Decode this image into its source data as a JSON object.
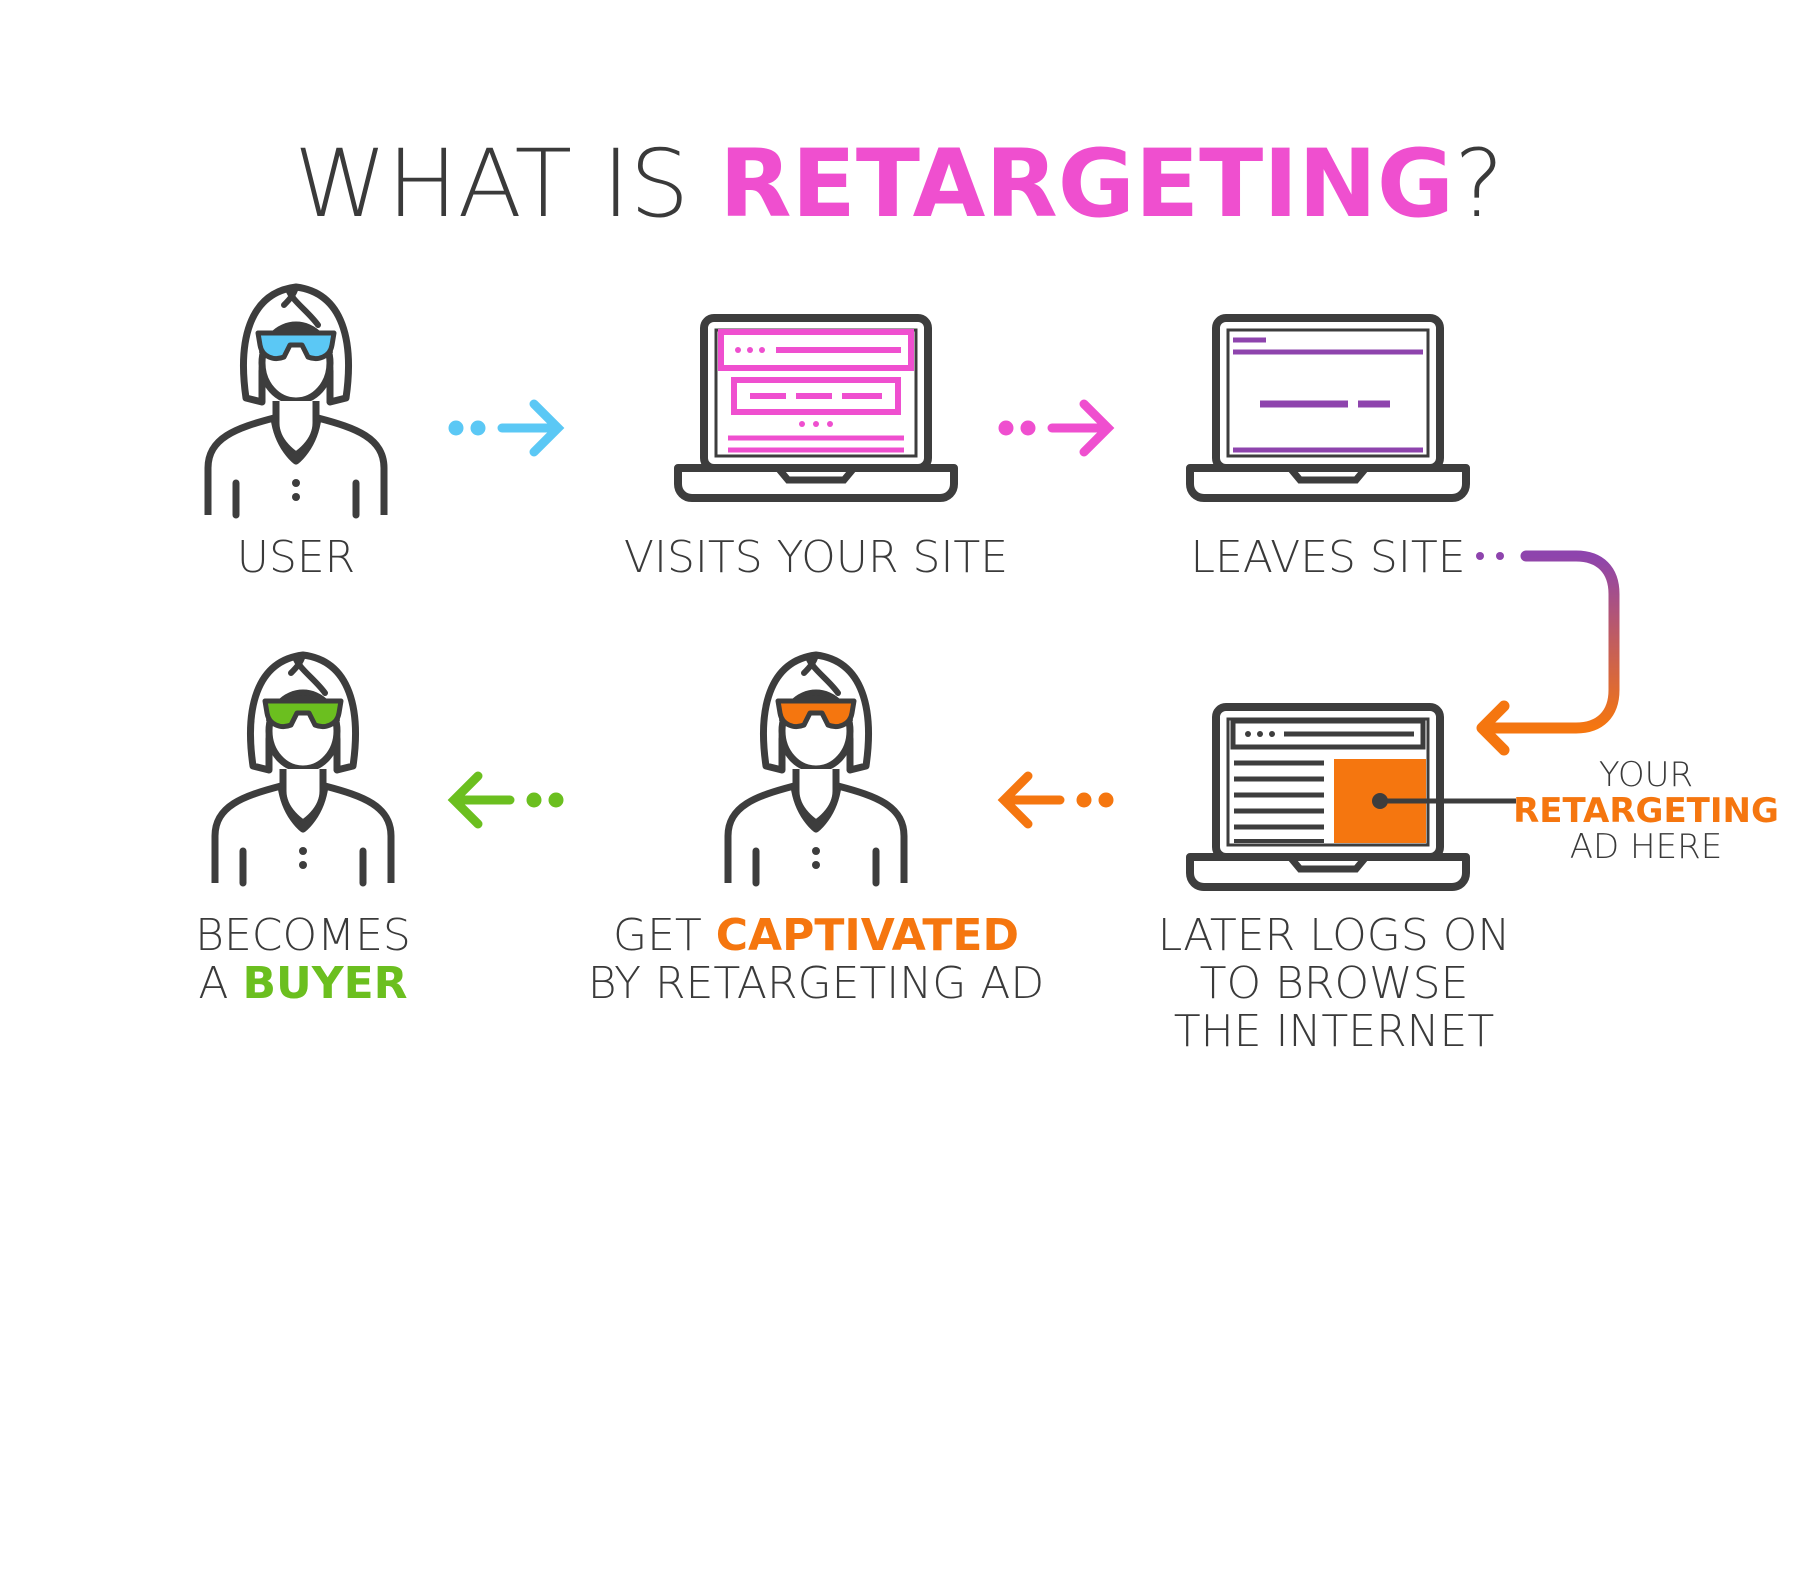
{
  "title": {
    "prefix": "WHAT IS ",
    "highlight": "RETARGETING",
    "suffix": "?",
    "highlight_color": "#ef4fcf"
  },
  "steps": {
    "user": {
      "label": "USER",
      "accent": "#5bc8f5"
    },
    "visits": {
      "label": "VISITS YOUR SITE",
      "accent": "#ef4fcf"
    },
    "leaves": {
      "label": "LEAVES SITE",
      "accent": "#8e44ad"
    },
    "later": {
      "line1": "LATER LOGS ON",
      "line2": "TO BROWSE",
      "line3": "THE INTERNET",
      "accent": "#f5760f"
    },
    "captivated": {
      "line1_prefix": "GET ",
      "line1_highlight": "CAPTIVATED",
      "line2": "BY RETARGETING AD",
      "accent": "#f5760f"
    },
    "buyer": {
      "line1": "BECOMES",
      "line2_prefix": "A ",
      "line2_highlight": "BUYER",
      "accent": "#6bbf1f"
    }
  },
  "ad_callout": {
    "line1": "YOUR",
    "line2": "RETARGETING",
    "line3": "AD HERE",
    "accent": "#f5760f"
  },
  "colors": {
    "outline": "#3d3d3d",
    "cyan": "#5bc8f5",
    "magenta": "#ef4fcf",
    "purple": "#8e44ad",
    "orange": "#f5760f",
    "green": "#6bbf1f"
  }
}
